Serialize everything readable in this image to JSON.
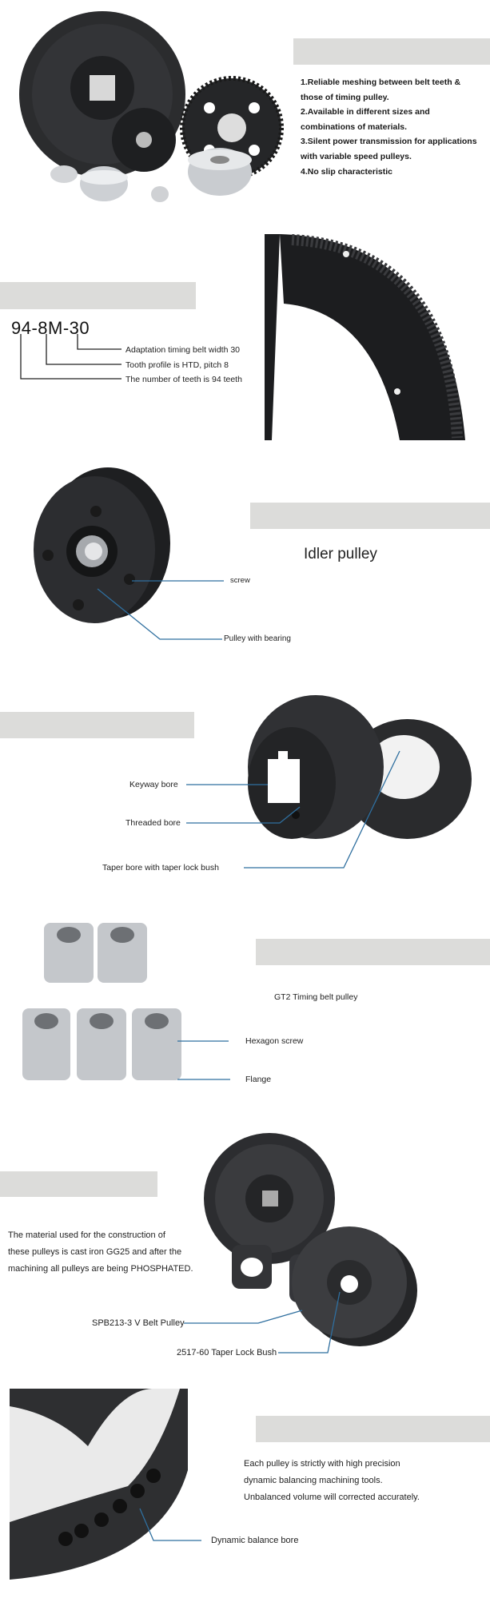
{
  "section_features": {
    "items": [
      "1.Reliable meshing between belt teeth &",
      "those of timing pulley.",
      "2.Available in different sizes and",
      "combinations of materials.",
      "3.Silent power transmission for applications",
      "with variable speed pulleys.",
      "4.No slip characteristic"
    ]
  },
  "section_code": {
    "code": "94-8M-30",
    "labels": [
      "Adaptation timing belt width 30",
      "Tooth profile is HTD, pitch 8",
      "The number of teeth is 94 teeth"
    ]
  },
  "section_idler": {
    "title": "Idler pulley",
    "labels": [
      "screw",
      "Pulley with bearing"
    ]
  },
  "section_bore": {
    "labels": [
      "Keyway bore",
      "Threaded bore",
      "Taper bore with taper lock bush"
    ]
  },
  "section_gt2": {
    "title": "GT2 Timing belt pulley",
    "labels": [
      "Hexagon screw",
      "Flange"
    ]
  },
  "section_material": {
    "lines": [
      "The material used for the construction of",
      "these pulleys is cast iron GG25 and after the",
      "machining all pulleys are  being PHOSPHATED."
    ],
    "labels": [
      "SPB213-3  V Belt Pulley",
      "2517-60  Taper Lock Bush"
    ]
  },
  "section_balance": {
    "lines": [
      "Each pulley is strictly with high precision",
      "dynamic balancing machining tools.",
      "Unbalanced volume will corrected accurately."
    ],
    "label": "Dynamic balance bore"
  },
  "colors": {
    "bar": "#dcdcda",
    "leader": "#2f6f9f",
    "metal_dark": "#2a2b2d",
    "metal_light": "#c9ccd0"
  }
}
